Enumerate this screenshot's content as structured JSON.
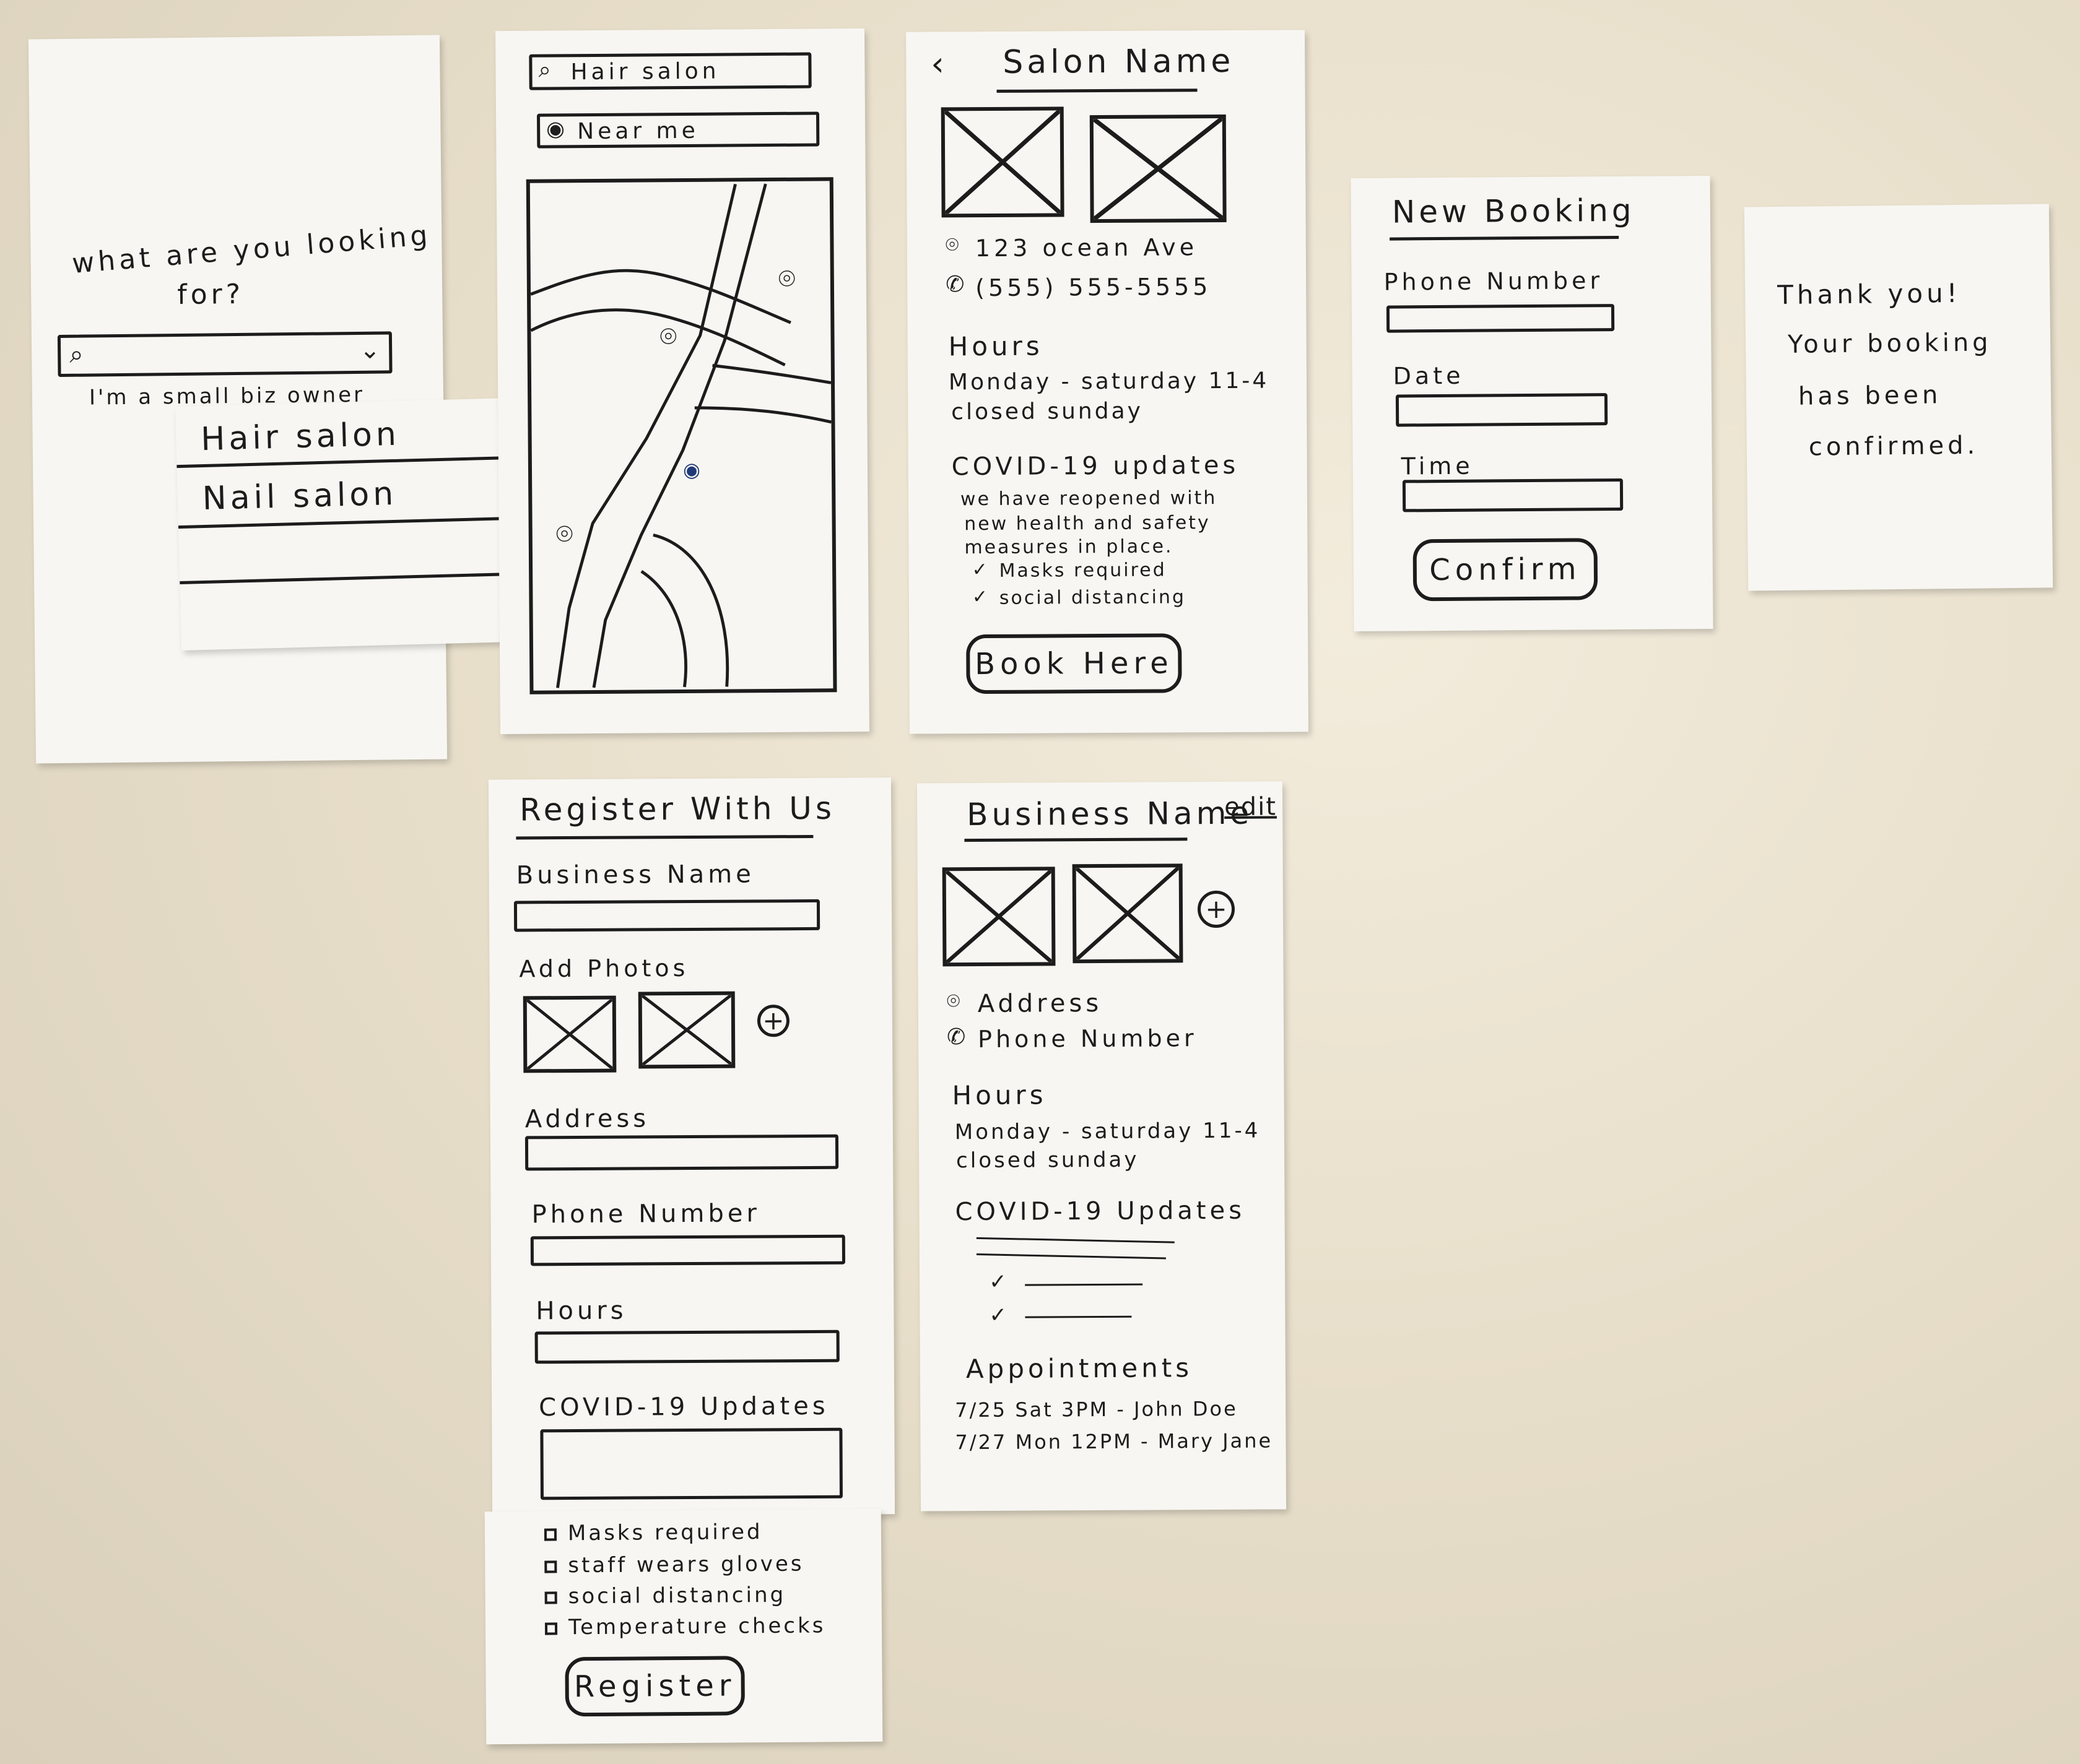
{
  "search_screen": {
    "question_line1": "what are you looking",
    "question_line2": "for?",
    "search_icon": "search-icon",
    "dropdown_icon": "chevron-down-icon",
    "biz_owner_link": "I'm a small biz owner",
    "dropdown_options": [
      "Hair salon",
      "Nail salon",
      "",
      ""
    ]
  },
  "map_screen": {
    "search_value": "Hair salon",
    "location_value": "Near me",
    "search_icon": "search-icon",
    "location_icon": "location-pin-icon",
    "pin_icon": "map-pin-icon"
  },
  "salon_screen": {
    "back_icon": "chevron-left-icon",
    "title": "Salon Name",
    "address": "123 ocean Ave",
    "phone": "(555) 555-5555",
    "hours_heading": "Hours",
    "hours_line1": "Monday - saturday 11-4",
    "hours_line2": "closed sunday",
    "covid_heading": "COVID-19 updates",
    "covid_line1": "we have reopened with",
    "covid_line2": "new health and safety",
    "covid_line3": "measures in place.",
    "checks": [
      "Masks required",
      "social distancing"
    ],
    "book_button": "Book Here"
  },
  "booking_screen": {
    "title": "New Booking",
    "phone_label": "Phone Number",
    "date_label": "Date",
    "time_label": "Time",
    "confirm_button": "Confirm"
  },
  "thanks_screen": {
    "line1": "Thank you!",
    "line2": "Your booking",
    "line3": "has been",
    "line4": "confirmed."
  },
  "register_screen": {
    "title": "Register With Us",
    "business_name_label": "Business Name",
    "photos_label": "Add Photos",
    "address_label": "Address",
    "phone_label": "Phone Number",
    "hours_label": "Hours",
    "covid_label": "COVID-19 Updates",
    "options": [
      "Masks required",
      "staff wears gloves",
      "social distancing",
      "Temperature checks"
    ],
    "register_button": "Register"
  },
  "business_screen": {
    "title": "Business Name",
    "edit_link": "edit",
    "address": "Address",
    "phone": "Phone Number",
    "hours_heading": "Hours",
    "hours_line1": "Monday - saturday 11-4",
    "hours_line2": "closed sunday",
    "covid_heading": "COVID-19 Updates",
    "appointments_heading": "Appointments",
    "appointments": [
      "7/25 Sat 3PM - John Doe",
      "7/27 Mon 12PM - Mary Jane"
    ]
  }
}
